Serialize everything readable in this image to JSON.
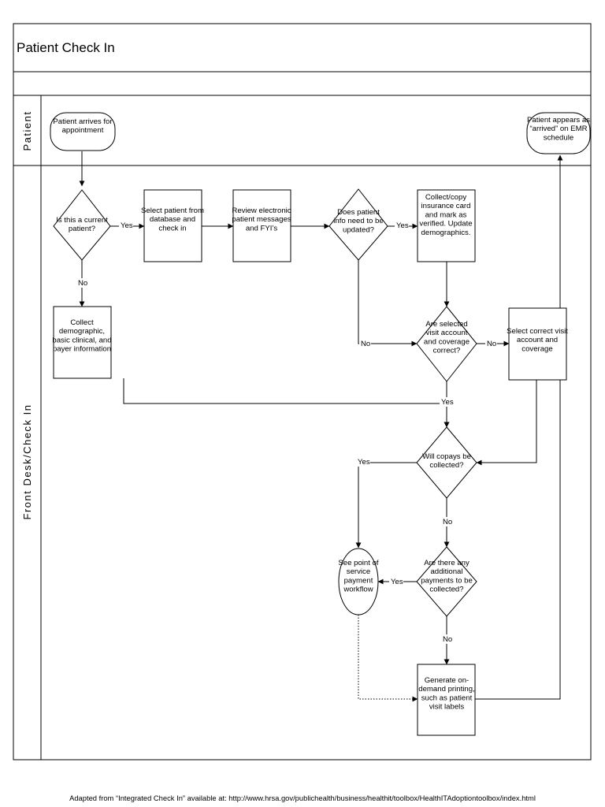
{
  "title": "Patient Check In",
  "lanes": {
    "patient": "Patient",
    "front_desk": "Front Desk/Check In"
  },
  "nodes": {
    "arrives": [
      "Patient arrives for",
      "appointment"
    ],
    "appears": [
      "Patient appears as",
      "“arrived” on EMR",
      "schedule"
    ],
    "current_patient": [
      "Is this a current",
      "patient?"
    ],
    "select_patient": [
      "Select patient from",
      "database and",
      "check in"
    ],
    "review_messages": [
      "Review electronic",
      "patient messages",
      "and FYI’s"
    ],
    "info_update": [
      "Does patient",
      "info need to be",
      "updated?"
    ],
    "collect_insurance": [
      "Collect/copy",
      "insurance card",
      "and mark as",
      "verified. Update",
      "demographics."
    ],
    "collect_demographic": [
      "Collect",
      "demographic,",
      "basic clinical, and",
      "payer information"
    ],
    "visit_account_correct": [
      "Are selected",
      "visit account",
      "and coverage",
      "correct?"
    ],
    "select_visit_account": [
      "Select correct visit",
      "account and",
      "coverage"
    ],
    "copays": [
      "Will copays be",
      "collected?"
    ],
    "additional_payments": [
      "Are there any",
      "additional",
      "payments to be",
      "collected?"
    ],
    "pos_workflow": [
      "See point of",
      "service",
      "payment",
      "workflow"
    ],
    "generate_printing": [
      "Generate on-",
      "demand printing,",
      "such as patient",
      "visit labels"
    ]
  },
  "edge_labels": {
    "yes_current": "Yes",
    "no_current": "No",
    "yes_update": "Yes",
    "no_update": "No",
    "no_visit": "No",
    "yes_visit": "Yes",
    "yes_copays": "Yes",
    "no_copays": "No",
    "yes_additional": "Yes",
    "no_additional": "No"
  },
  "footer": "Adapted from “Integrated Check In” available at: http://www.hrsa.gov/publichealth/business/healthit/toolbox/HealthITAdoptiontoolbox/index.html"
}
